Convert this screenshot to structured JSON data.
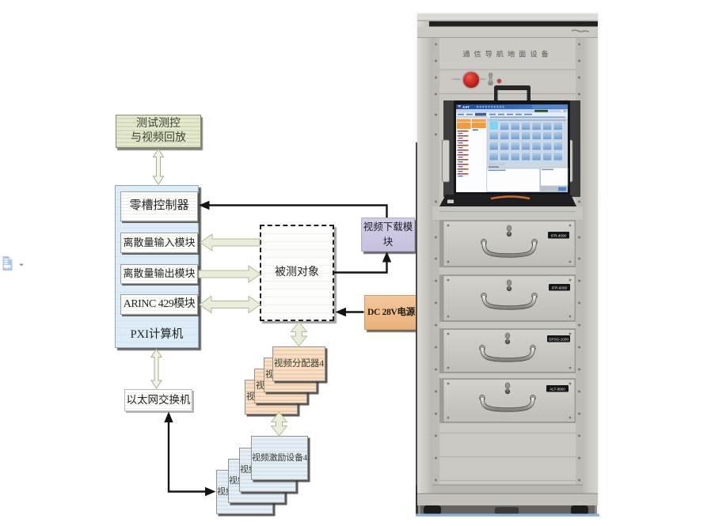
{
  "page": {
    "background": "#ffffff"
  },
  "comment_marker": {
    "icon": "comment-document-icon",
    "dropdown": "chevron-down"
  },
  "diagram": {
    "test_control_box": {
      "line1": "测试测控",
      "line2": "与视频回放"
    },
    "pxi_box": {
      "modules": [
        "零槽控制器",
        "离散量输入模块",
        "离散量输出模块",
        "ARINC 429模块"
      ],
      "label": "PXI计算机"
    },
    "ethernet_box": {
      "label": "以太网交换机"
    },
    "dut_box": {
      "label": "被测对象"
    },
    "video_download_box": {
      "label": "视频下载模块"
    },
    "dc_power_box": {
      "label": "DC 28V电源"
    },
    "video_splitter_stack": {
      "label": "视频分配器4",
      "count": 4
    },
    "video_exciter_stack": {
      "label": "视频激励设备4",
      "count": 4
    },
    "colors": {
      "green_box": "#d9e0bd",
      "pxi_panel": "#d6e8f5",
      "module_box": "#fcfcfa",
      "purple_box": "#ccc7e0",
      "dc_box": "#efbd8b",
      "splitter_box": "#f4d7ba",
      "exciter_box": "#dbe7f1",
      "block_arrow": "#e9edd9",
      "line_arrow": "#141414"
    }
  },
  "photo": {
    "rack_title": "通信导航地面设备",
    "screen": {
      "logo": "XAT"
    },
    "drawers": [
      {
        "label": "IFR-4000"
      },
      {
        "label": "IFR-6000"
      },
      {
        "label": "GPSG-1000"
      },
      {
        "label": "ALT-8000"
      }
    ]
  }
}
